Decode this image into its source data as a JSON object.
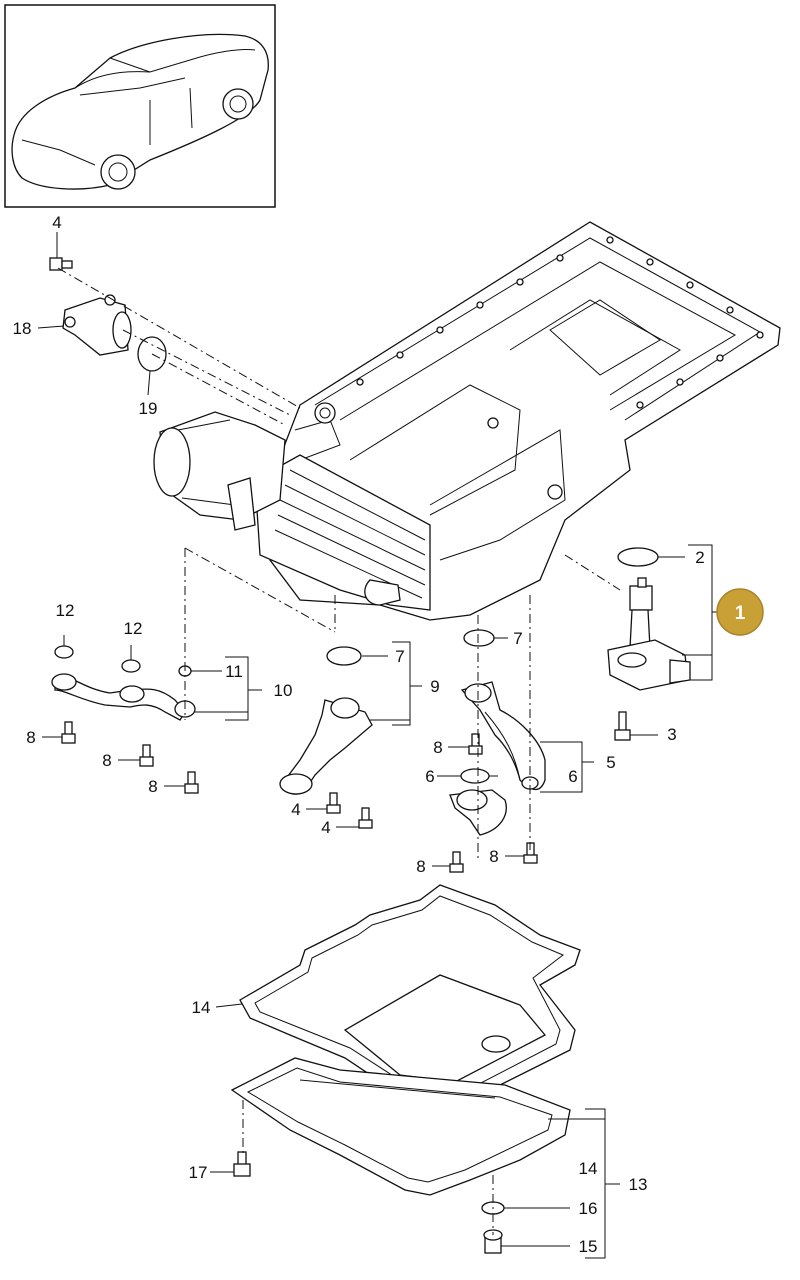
{
  "highlight_color": "#c9a035",
  "callouts": {
    "c4_top": "4",
    "c18": "18",
    "c19": "19",
    "c2": "2",
    "c1_badge": "1",
    "c12_a": "12",
    "c12_b": "12",
    "c11": "11",
    "c10": "10",
    "c7_a": "7",
    "c9": "9",
    "c7_b": "7",
    "c3": "3",
    "c8_a": "8",
    "c8_b": "8",
    "c8_c": "8",
    "c8_d": "8",
    "c6_a": "6",
    "c6_b": "6",
    "c5": "5",
    "c4_a": "4",
    "c4_b": "4",
    "c8_e": "8",
    "c8_f": "8",
    "c14_a": "14",
    "c14_b": "14",
    "c13": "13",
    "c17": "17",
    "c16": "16",
    "c15": "15"
  }
}
